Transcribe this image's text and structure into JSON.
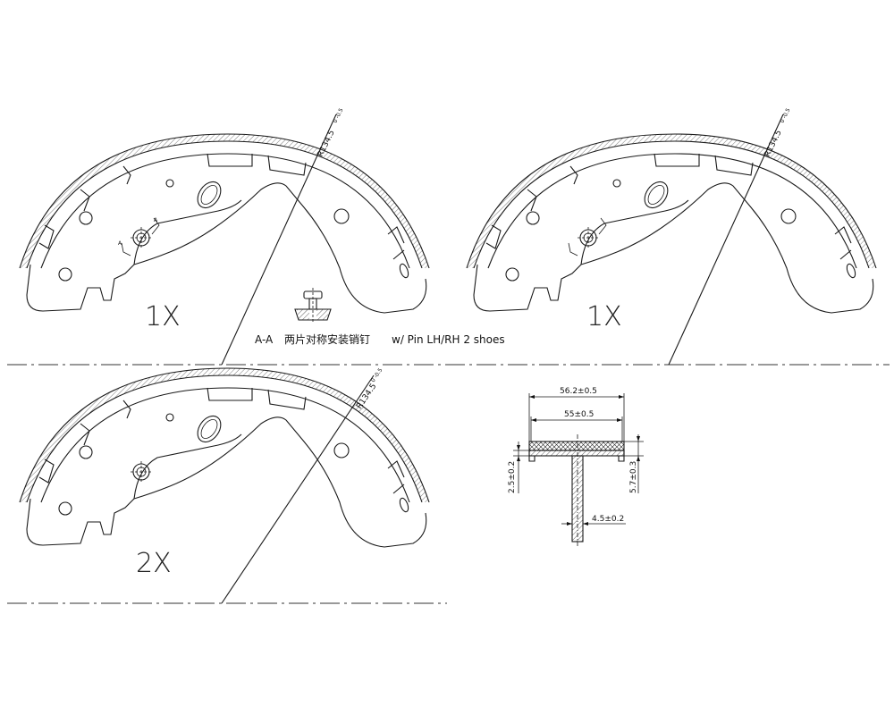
{
  "drawing": {
    "shoes": [
      {
        "quantity_label": "1X",
        "radius_label": "R134.5",
        "radius_tolerance": "0 -0.5"
      },
      {
        "quantity_label": "1X",
        "radius_label": "R134.5",
        "radius_tolerance": "0 -0.5"
      },
      {
        "quantity_label": "2X",
        "radius_label": "R134.5",
        "radius_tolerance": "0 -0.5"
      }
    ],
    "section_label": "A-A",
    "pin_note_cn": "两片对称安装销钉",
    "pin_note_en": "w/ Pin LH/RH 2 shoes",
    "section_marks": [
      "A",
      "A"
    ],
    "profile_dims": {
      "overall_width": "56.2±0.5",
      "rim_width": "55±0.5",
      "rim_thickness": "2.5±0.2",
      "total_thickness": "5.7±0.3",
      "web_thickness": "4.5±0.2"
    }
  }
}
